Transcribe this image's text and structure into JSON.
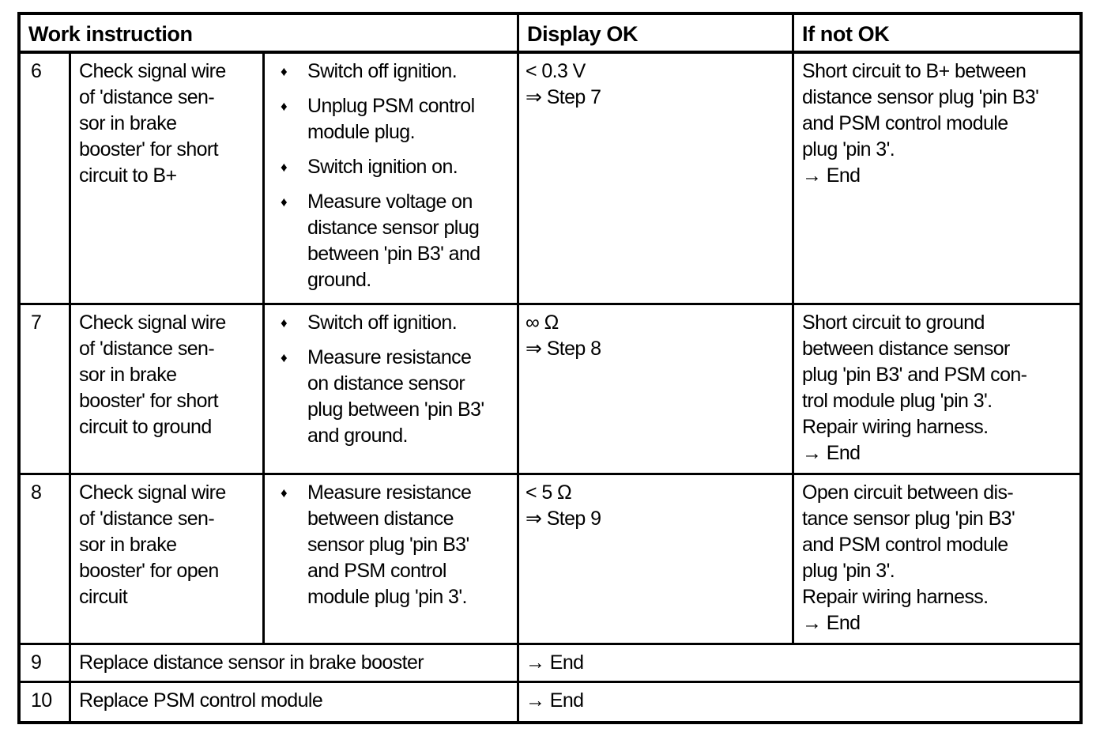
{
  "bullet_glyph": "♦",
  "header": {
    "work_instruction": "Work instruction",
    "display_ok": "Display OK",
    "if_not_ok": "If not OK"
  },
  "steps": [
    {
      "step": "6",
      "check": "Check signal wire\nof 'distance sen-\nsor in brake\nbooster' for short\ncircuit to B+",
      "actions": [
        "Switch off ignition.",
        "Unplug PSM control\nmodule plug.",
        "Switch ignition on.",
        "Measure voltage on\ndistance sensor plug\nbetween 'pin B3' and\nground."
      ],
      "display_ok": "< 0.3 V\n⇒ Step 7",
      "if_not_ok": "Short circuit to B+ between\ndistance sensor plug 'pin B3'\nand PSM control module\nplug 'pin 3'.\n→ End"
    },
    {
      "step": "7",
      "check": "Check signal wire\nof 'distance sen-\nsor in brake\nbooster' for short\ncircuit to ground",
      "actions": [
        "Switch off ignition.",
        "Measure resistance\non distance sensor\nplug between 'pin B3'\nand ground."
      ],
      "display_ok": "∞ Ω\n⇒ Step 8",
      "if_not_ok": "Short circuit to ground\nbetween distance sensor\nplug 'pin B3' and PSM con-\ntrol module plug 'pin 3'.\nRepair wiring harness.\n→ End"
    },
    {
      "step": "8",
      "check": "Check signal wire\nof 'distance sen-\nsor in brake\nbooster' for open\ncircuit",
      "actions": [
        "Measure resistance\nbetween distance\nsensor plug 'pin B3'\nand PSM control\nmodule plug 'pin 3'."
      ],
      "display_ok": "< 5 Ω\n⇒ Step 9",
      "if_not_ok": "Open circuit between dis-\ntance sensor plug 'pin B3'\nand PSM control module\nplug 'pin 3'.\nRepair wiring harness.\n→ End"
    }
  ],
  "final_steps": [
    {
      "step": "9",
      "instruction": "Replace distance sensor in brake booster",
      "result": "→ End"
    },
    {
      "step": "10",
      "instruction": "Replace PSM control module",
      "result": "→ End"
    }
  ]
}
